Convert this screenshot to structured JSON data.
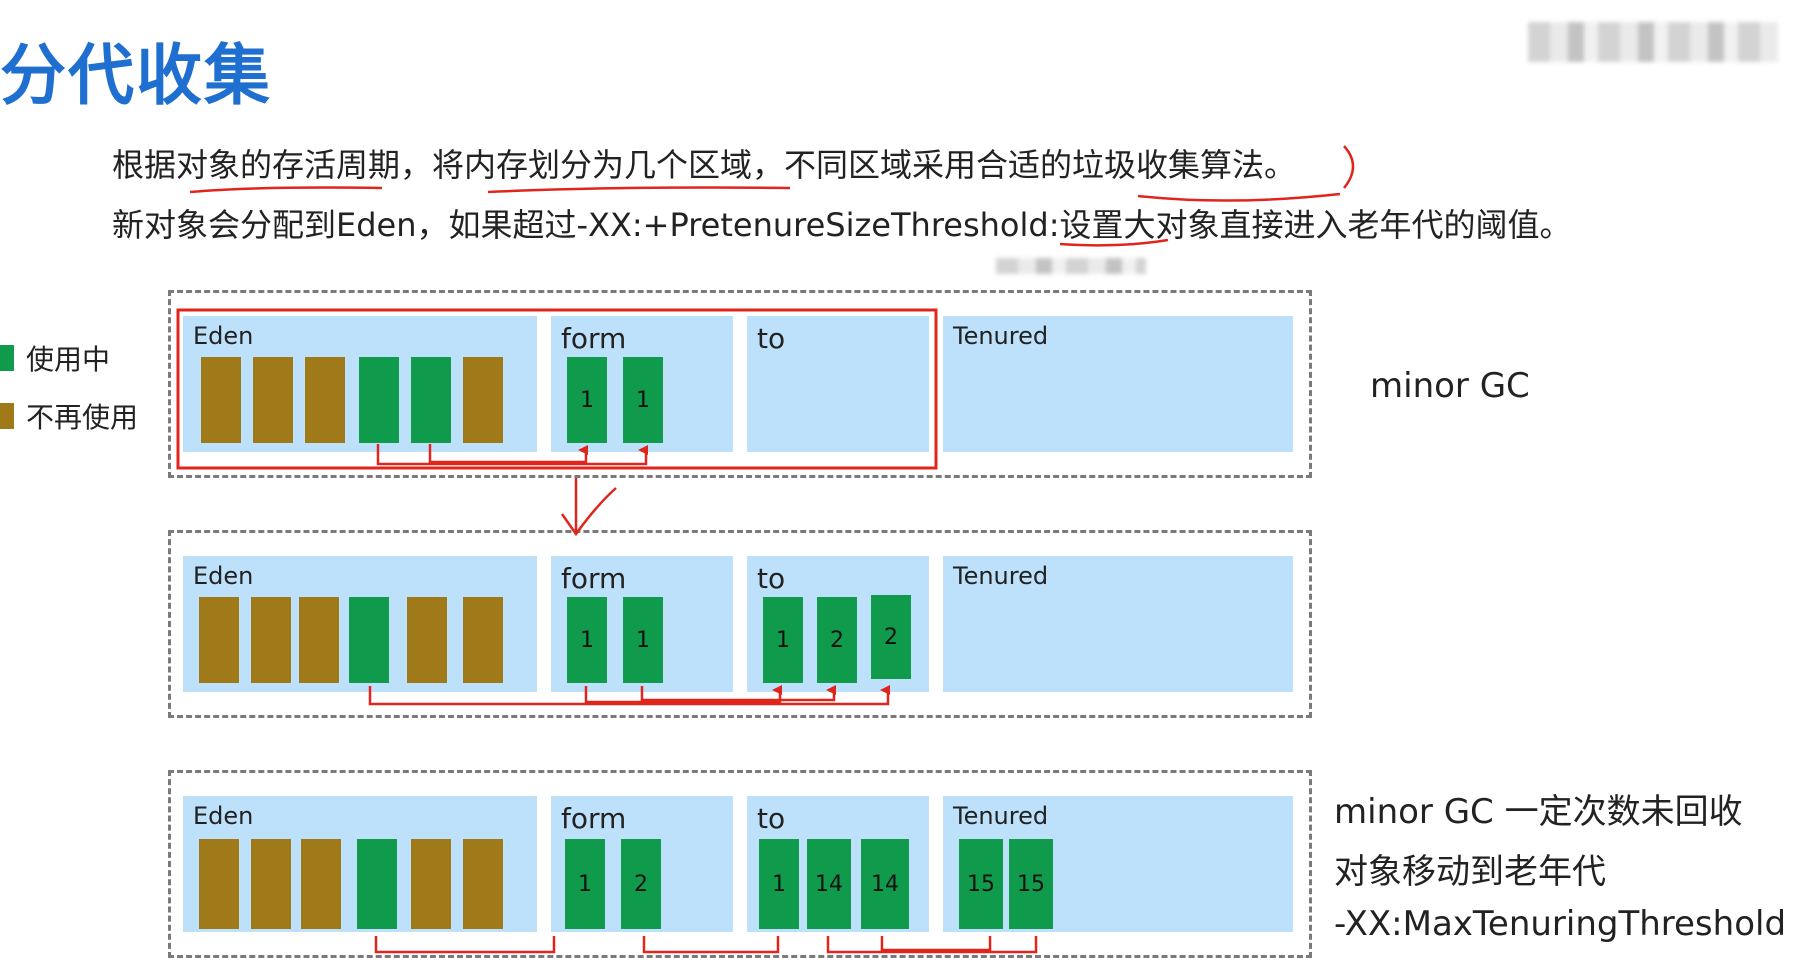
{
  "title": "分代收集",
  "description": {
    "line1": "根据对象的存活周期，将内存划分为几个区域，不同区域采用合适的垃圾收集算法。",
    "line2": "新对象会分配到Eden，如果超过-XX:+PretenureSizeThreshold:设置大对象直接进入老年代的阈值。"
  },
  "legend": [
    {
      "label": "使用中",
      "color": "#0f9a4c"
    },
    {
      "label": "不再使用",
      "color": "#a07a18"
    }
  ],
  "colors": {
    "live": "#0f9a4c",
    "dead": "#a07a18",
    "region": "#bde0fb",
    "arrow": "#e0261c",
    "title": "#1f6fd1"
  },
  "rows": [
    {
      "regions": {
        "eden": "Eden",
        "from": "form",
        "to": "to",
        "tenured": "Tenured"
      },
      "from_blocks": [
        "1",
        "1"
      ],
      "to_blocks": [],
      "tenured_blocks": []
    },
    {
      "regions": {
        "eden": "Eden",
        "from": "form",
        "to": "to",
        "tenured": "Tenured"
      },
      "from_blocks": [
        "1",
        "1"
      ],
      "to_blocks": [
        "1",
        "2",
        "2"
      ],
      "tenured_blocks": []
    },
    {
      "regions": {
        "eden": "Eden",
        "from": "form",
        "to": "to",
        "tenured": "Tenured"
      },
      "from_blocks": [
        "1",
        "2"
      ],
      "to_blocks": [
        "1",
        "14",
        "14"
      ],
      "tenured_blocks": [
        "15",
        "15"
      ]
    }
  ],
  "annotations": {
    "row1": "minor GC",
    "row3_line1": "minor GC 一定次数未回收",
    "row3_line2": "对象移动到老年代",
    "row3_line3": "-XX:MaxTenuringThreshold"
  }
}
